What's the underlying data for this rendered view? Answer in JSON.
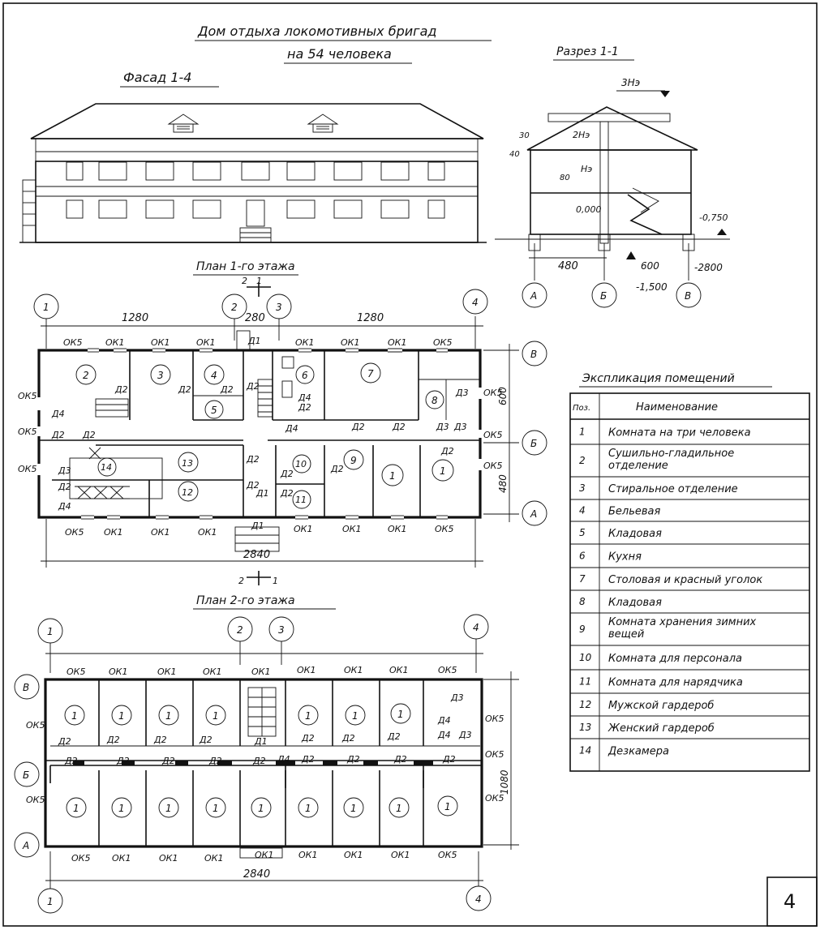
{
  "title_line1": "Дом отдыха локомотивных бригад",
  "title_line2": "на 54 человека",
  "facade_title": "Фасад 1-4",
  "section_title": "Разрез 1-1",
  "plan1_title": "План 1-го этажа",
  "plan2_title": "План 2-го этажа",
  "sheet_number": "4",
  "explication": {
    "title": "Экспликация помещений",
    "col_pos": "Поз.",
    "col_name": "Наименование",
    "rows": [
      {
        "pos": "1",
        "name": "Комната на три человека"
      },
      {
        "pos": "2",
        "name": "Сушильно-гладильное",
        "name2": "отделение"
      },
      {
        "pos": "3",
        "name": "Стиральное отделение"
      },
      {
        "pos": "4",
        "name": "Бельевая"
      },
      {
        "pos": "5",
        "name": "Кладовая"
      },
      {
        "pos": "6",
        "name": "Кухня"
      },
      {
        "pos": "7",
        "name": "Столовая и красный уголок"
      },
      {
        "pos": "8",
        "name": "Кладовая"
      },
      {
        "pos": "9",
        "name": "Комната хранения зимних",
        "name2": "вещей"
      },
      {
        "pos": "10",
        "name": "Комната для персонала"
      },
      {
        "pos": "11",
        "name": "Комната для нарядчика"
      },
      {
        "pos": "12",
        "name": "Мужской гардероб"
      },
      {
        "pos": "13",
        "name": "Женский гардероб"
      },
      {
        "pos": "14",
        "name": "Дезкамера"
      }
    ]
  },
  "axes": {
    "a1": "1",
    "a2": "2",
    "a3": "3",
    "a4": "4",
    "rA": "А",
    "rB": "Б",
    "rV": "В"
  },
  "dims": {
    "d1280": "1280",
    "d280": "280",
    "d2840": "2840",
    "d600": "600",
    "d480": "480",
    "d1080": "1080",
    "sec_480": "480",
    "sec_600": "600",
    "sec_m1500": "-1,500",
    "sec_m2800": "-2800",
    "sec_m0750": "-0,750",
    "sec_0000": "0,000",
    "sec_3hz": "3Нэ",
    "sec_2hz": "2Нэ",
    "sec_hz": "Нэ",
    "sec_30": "30",
    "sec_40": "40",
    "sec_80": "80",
    "cut_2": "2",
    "cut_1": "1"
  },
  "marks": {
    "ok1": "ОК1",
    "ok5": "ОК5",
    "d1": "Д1",
    "d2": "Д2",
    "d3": "Д3",
    "d4": "Д4"
  },
  "rooms": {
    "r1": "1",
    "r2": "2",
    "r3": "3",
    "r4": "4",
    "r5": "5",
    "r6": "6",
    "r7": "7",
    "r8": "8",
    "r9": "9",
    "r10": "10",
    "r11": "11",
    "r12": "12",
    "r13": "13",
    "r14": "14"
  }
}
